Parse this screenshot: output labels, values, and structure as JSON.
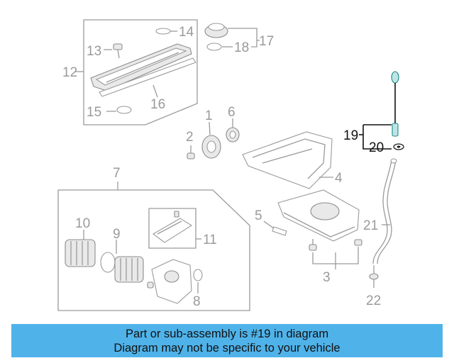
{
  "callouts": {
    "c1": "1",
    "c2": "2",
    "c3": "3",
    "c4": "4",
    "c5": "5",
    "c6": "6",
    "c7": "7",
    "c8": "8",
    "c9": "9",
    "c10": "10",
    "c11": "11",
    "c12": "12",
    "c13": "13",
    "c14": "14",
    "c15": "15",
    "c16": "16",
    "c17": "17",
    "c18": "18",
    "c19": "19",
    "c20": "20",
    "c21": "21",
    "c22": "22"
  },
  "highlight_color": "#111111",
  "part_color": "#9a9a9a",
  "banner": {
    "line1": "Part or sub-assembly is #19 in diagram",
    "line2": "Diagram may not be specific to your vehicle",
    "color": "#4fb3ea"
  }
}
